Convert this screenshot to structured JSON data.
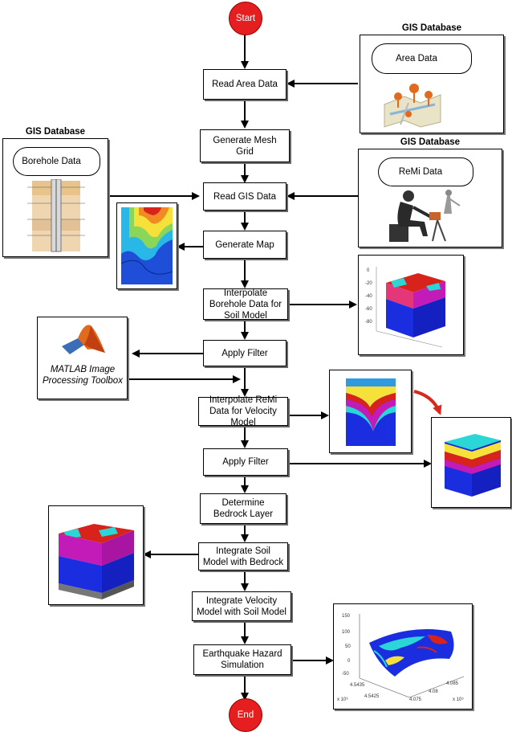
{
  "terminals": {
    "start": "Start",
    "end": "End"
  },
  "steps": {
    "read_area": "Read Area Data",
    "mesh_grid": "Generate Mesh Grid",
    "read_gis": "Read GIS Data",
    "generate_map": "Generate Map",
    "interp_borehole": "Interpolate Borehole Data for Soil Model",
    "apply_filter_1": "Apply Filter",
    "interp_remi": "Interpolate ReMi Data for Velocity Model",
    "apply_filter_2": "Apply Filter",
    "bedrock": "Determine Bedrock Layer",
    "integrate_soil": "Integrate Soil Model with Bedrock",
    "integrate_velocity": "Integrate Velocity Model with Soil Model",
    "hazard": "Earthquake Hazard Simulation"
  },
  "databases": {
    "area": {
      "header": "GIS Database",
      "label": "Area Data"
    },
    "borehole": {
      "header": "GIS Database",
      "label": "Borehole Data"
    },
    "remi": {
      "header": "GIS Database",
      "label": "ReMi Data"
    }
  },
  "matlab": {
    "caption": "MATLAB Image Processing Toolbox"
  },
  "plot_axes": {
    "soil_yvals": [
      "0",
      "-20",
      "-40",
      "-60",
      "-80"
    ],
    "hazard_yvals": [
      "150",
      "100",
      "50",
      "0",
      "-50"
    ],
    "hazard_x1": [
      "4.5435",
      "4.5425"
    ],
    "hazard_x2": [
      "4.085",
      "4.08",
      "4.075"
    ],
    "hazard_exp1": "x 10⁶",
    "hazard_exp2": "x 10⁵"
  },
  "colors": {
    "terminal": "#e51f1f",
    "arrow": "#000000",
    "curved_arrow": "#d62a1e"
  }
}
